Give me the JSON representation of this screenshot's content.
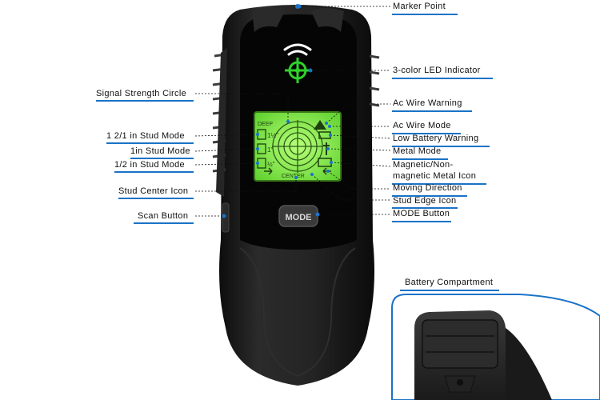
{
  "labels": {
    "marker_point": "Marker Point",
    "led_indicator": "3-color LED Indicator",
    "signal_circle": "Signal Strength Circle",
    "ac_wire_warning": "Ac Wire Warning",
    "ac_wire_mode": "Ac Wire Mode",
    "stud_1_1_2": "1 2/1 in Stud Mode",
    "low_battery": "Low Battery Warning",
    "stud_1": "1in Stud Mode",
    "metal_mode": "Metal Mode",
    "stud_1_2": "1/2 in Stud Mode",
    "magnetic_1": "Magnetic/Non-",
    "magnetic_2": "magnetic Metal Icon",
    "moving_direction": "Moving Direction",
    "stud_center": "Stud Center Icon",
    "stud_edge": "Stud Edge Icon",
    "scan_button": "Scan Button",
    "mode_button": "MODE Button",
    "battery_compartment": "Battery Compartment"
  },
  "device": {
    "mode_key": "MODE",
    "lcd_deep": "DEEP",
    "lcd_stud_1_1_2": "1½\"",
    "lcd_stud_1": "1\"",
    "lcd_stud_1_2": "½\"",
    "lcd_center": "CENTER"
  },
  "colors": {
    "accent": "#1a73c8",
    "lcd_green": "#7fe04a",
    "led_green": "#2fd12a",
    "body": "#1c1c1c"
  }
}
